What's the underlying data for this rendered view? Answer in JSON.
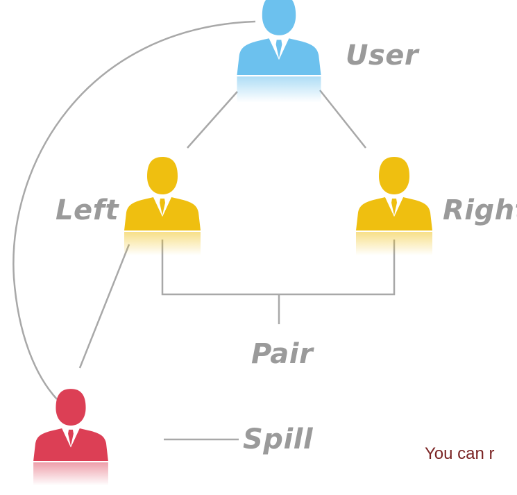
{
  "nodes": {
    "user": {
      "label": "User",
      "color": "#6cc1ee"
    },
    "left": {
      "label": "Left",
      "color": "#efbf10"
    },
    "right": {
      "label": "Right",
      "color": "#efbf10"
    },
    "spill_person": {
      "color": "#dc3f55"
    }
  },
  "labels": {
    "pair": "Pair",
    "spill": "Spill"
  },
  "connector_color": "#a8a8a8",
  "footer": {
    "text": "You can r"
  }
}
